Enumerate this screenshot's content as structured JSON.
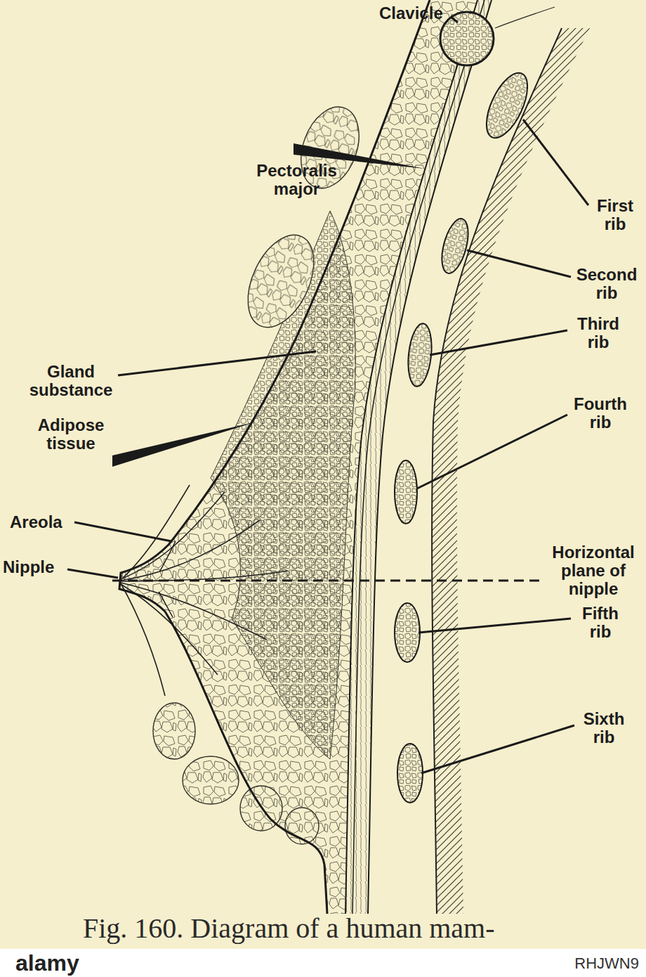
{
  "diagram": {
    "caption": "Fig. 160. Diagram of a human mam-",
    "labels": [
      "Clavicle",
      "Pectoralis major",
      "First rib",
      "Second rib",
      "Third rib",
      "Gland substance",
      "Adipose tissue",
      "Fourth rib",
      "Areola",
      "Nipple",
      "Horizontal plane of nipple",
      "Fifth rib",
      "Sixth rib",
      "alamy",
      "RHJWN9"
    ]
  }
}
